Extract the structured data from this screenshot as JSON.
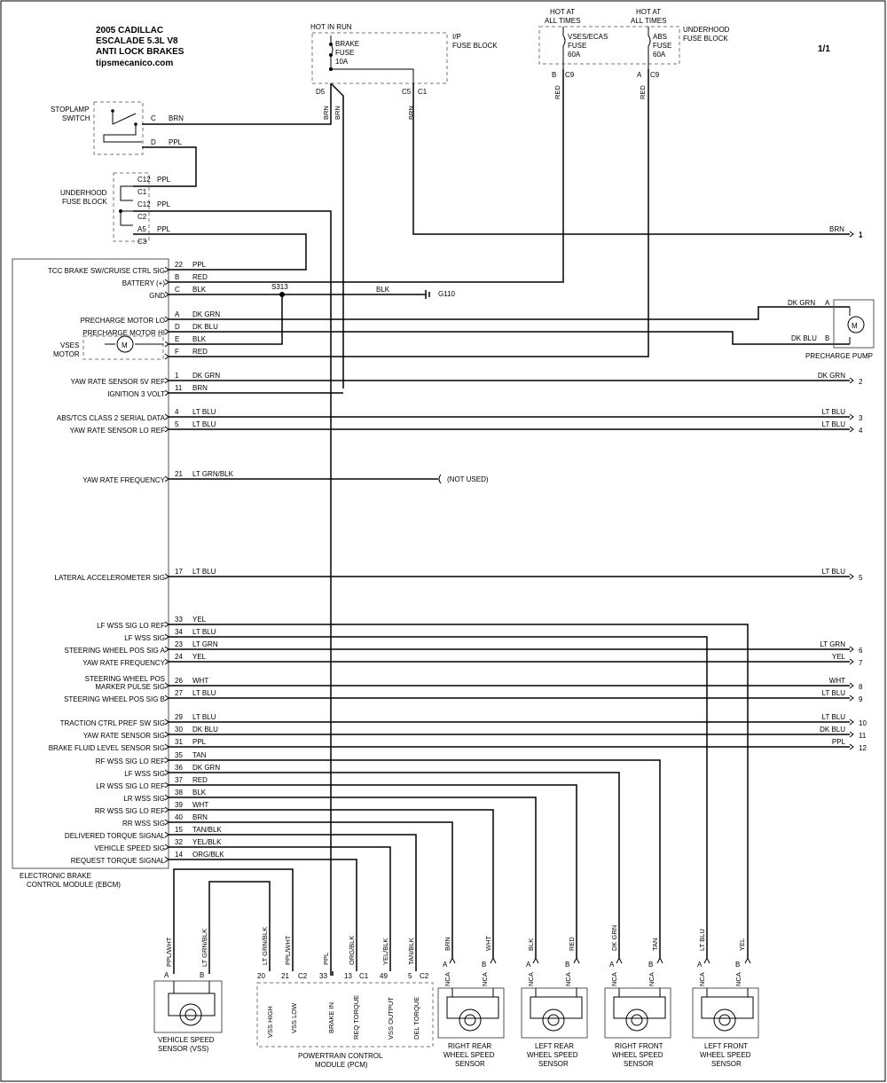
{
  "header": {
    "lines": [
      "2005 CADILLAC",
      "ESCALADE  5.3L V8",
      "ANTI LOCK BRAKES",
      "tipsmecanico.com"
    ],
    "page": "1/1"
  },
  "colors": {
    "border": "#000000",
    "wire": "#000000",
    "dashed_box": "#777777",
    "component_box": "#555555",
    "background": "#ffffff"
  },
  "blocks": {
    "hot_in_run": "HOT IN RUN",
    "ip_fuse_block": [
      "I/P",
      "FUSE BLOCK"
    ],
    "brake_fuse": [
      "BRAKE",
      "FUSE",
      "10A"
    ],
    "hot_at_all_times_1": [
      "HOT AT",
      "ALL TIMES"
    ],
    "hot_at_all_times_2": [
      "HOT AT",
      "ALL TIMES"
    ],
    "vses_fuse": [
      "VSES/ECAS",
      "FUSE",
      "60A"
    ],
    "abs_fuse": [
      "ABS",
      "FUSE",
      "60A"
    ],
    "underhood_fuse_block_top": [
      "UNDERHOOD",
      "FUSE BLOCK"
    ],
    "stoplamp_switch": [
      "STOPLAMP",
      "SWITCH"
    ],
    "underhood_fuse_block_left": [
      "UNDERHOOD",
      "FUSE BLOCK"
    ],
    "vses_motor": [
      "VSES",
      "MOTOR"
    ],
    "precharge_pump": "PRECHARGE PUMP",
    "ebcm": [
      "ELECTRONIC BRAKE",
      "CONTROL MODULE (EBCM)"
    ],
    "pcm": [
      "POWERTRAIN CONTROL",
      "MODULE (PCM)"
    ],
    "vss": [
      "VEHICLE SPEED",
      "SENSOR (VSS)"
    ],
    "rr_wss": [
      "RIGHT REAR",
      "WHEEL SPEED",
      "SENSOR"
    ],
    "lr_wss": [
      "LEFT REAR",
      "WHEEL SPEED",
      "SENSOR"
    ],
    "rf_wss": [
      "RIGHT FRONT",
      "WHEEL SPEED",
      "SENSOR"
    ],
    "lf_wss": [
      "LEFT FRONT",
      "WHEEL SPEED",
      "SENSOR"
    ],
    "splice": "S313",
    "ground": "G110",
    "not_used": "(NOT USED)",
    "motor_symbol": "M"
  },
  "top_pins": {
    "d5": "D5",
    "c5": "C5",
    "c1": "C1",
    "b": "B",
    "c9a": "C9",
    "a": "A",
    "c9b": "C9",
    "wire_brn_1": "BRN",
    "wire_brn_2": "BRN",
    "wire_brn_3": "BRN",
    "wire_red_1": "RED",
    "wire_red_2": "RED"
  },
  "upper_wires": {
    "stoplamp_c": "C",
    "stoplamp_c_color": "BRN",
    "stoplamp_d": "D",
    "stoplamp_d_color": "PPL",
    "fb_c12a": "C12",
    "fb_c12a_color": "PPL",
    "fb_c1": "C1",
    "fb_c12b": "C12",
    "fb_c12b_color": "PPL",
    "fb_c2": "C2",
    "fb_a5": "A5",
    "fb_a5_color": "PPL",
    "fb_c3": "C3",
    "brn_out": "BRN",
    "brn_out_num": "1",
    "gnd_color": "BLK",
    "pump_a": "A",
    "pump_a_color": "DK GRN",
    "pump_b": "B",
    "pump_b_color": "DK BLU"
  },
  "ebcm_pins": [
    {
      "label": "TCC BRAKE SW/CRUISE CTRL SIG",
      "pin": "22",
      "color": "PPL"
    },
    {
      "label": "BATTERY (+)",
      "pin": "B",
      "color": "RED"
    },
    {
      "label": "GND",
      "pin": "C",
      "color": "BLK"
    },
    {
      "label": "PRECHARGE MOTOR LO",
      "pin": "A",
      "color": "DK GRN"
    },
    {
      "label": "PRECHARGE MOTOR HI",
      "pin": "D",
      "color": "DK BLU"
    },
    {
      "label": "",
      "pin": "E",
      "color": "BLK"
    },
    {
      "label": "",
      "pin": "F",
      "color": "RED"
    },
    {
      "label": "YAW RATE SENSOR 5V REF",
      "pin": "1",
      "color": "DK GRN"
    },
    {
      "label": "IGNITION 3 VOLT",
      "pin": "11",
      "color": "BRN"
    },
    {
      "label": "ABS/TCS CLASS 2 SERIAL DATA",
      "pin": "4",
      "color": "LT BLU"
    },
    {
      "label": "YAW RATE SENSOR LO REF",
      "pin": "5",
      "color": "LT BLU"
    },
    {
      "label": "YAW RATE FREQUENCY",
      "pin": "21",
      "color": "LT GRN/BLK"
    },
    {
      "label": "LATERAL ACCELEROMETER SIG",
      "pin": "17",
      "color": "LT BLU"
    },
    {
      "label": "LF WSS SIG LO REF",
      "pin": "33",
      "color": "YEL"
    },
    {
      "label": "LF WSS SIG",
      "pin": "34",
      "color": "LT BLU"
    },
    {
      "label": "STEERING WHEEL POS SIG A",
      "pin": "23",
      "color": "LT GRN"
    },
    {
      "label": "YAW RATE FREQUENCY",
      "pin": "24",
      "color": "YEL"
    },
    {
      "label": "STEERING WHEEL POS",
      "pin": "",
      "color": ""
    },
    {
      "label": "MARKER PULSE SIG",
      "pin": "26",
      "color": "WHT"
    },
    {
      "label": "STEERING WHEEL POS SIG B",
      "pin": "27",
      "color": "LT BLU"
    },
    {
      "label": "TRACTION CTRL PREF SW SIG",
      "pin": "29",
      "color": "LT BLU"
    },
    {
      "label": "YAW RATE SENSOR SIG",
      "pin": "30",
      "color": "DK BLU"
    },
    {
      "label": "BRAKE FLUID LEVEL SENSOR SIG",
      "pin": "31",
      "color": "PPL"
    },
    {
      "label": "RF WSS SIG LO REF",
      "pin": "35",
      "color": "TAN"
    },
    {
      "label": "LF WSS SIG",
      "pin": "36",
      "color": "DK GRN"
    },
    {
      "label": "LR WSS SIG LO REF",
      "pin": "37",
      "color": "RED"
    },
    {
      "label": "LR WSS SIG",
      "pin": "38",
      "color": "BLK"
    },
    {
      "label": "RR WSS SIG LO REF",
      "pin": "39",
      "color": "WHT"
    },
    {
      "label": "RR WSS SIG",
      "pin": "40",
      "color": "BRN"
    },
    {
      "label": "DELIVERED TORQUE SIGNAL",
      "pin": "15",
      "color": "TAN/BLK"
    },
    {
      "label": "VEHICLE SPEED SIG",
      "pin": "32",
      "color": "YEL/BLK"
    },
    {
      "label": "REQUEST TORQUE SIGNAL",
      "pin": "14",
      "color": "ORG/BLK"
    }
  ],
  "right_connectors": [
    {
      "color": "BRN",
      "num": "1"
    },
    {
      "color": "DK GRN",
      "num": "2"
    },
    {
      "color": "LT BLU",
      "num": "3"
    },
    {
      "color": "LT BLU",
      "num": "4"
    },
    {
      "color": "LT BLU",
      "num": "5"
    },
    {
      "color": "LT GRN",
      "num": "6"
    },
    {
      "color": "YEL",
      "num": "7"
    },
    {
      "color": "WHT",
      "num": "8"
    },
    {
      "color": "LT BLU",
      "num": "9"
    },
    {
      "color": "LT BLU",
      "num": "10"
    },
    {
      "color": "DK BLU",
      "num": "11"
    },
    {
      "color": "PPL",
      "num": "12"
    }
  ],
  "bottom": {
    "vss_wire_a": "PPL/WHT",
    "vss_wire_b": "LT GRN/BLK",
    "pcm_w1": "LT GRN/BLK",
    "pcm_w2": "PPL/WHT",
    "pcm_w3": "PPL",
    "pcm_w4": "ORG/BLK",
    "pcm_w5": "YEL/BLK",
    "pcm_w6": "TAN/BLK",
    "pcm_p20": "20",
    "pcm_p21": "21",
    "pcm_c2a": "C2",
    "pcm_p33": "33",
    "pcm_p13": "13",
    "pcm_c1": "C1",
    "pcm_p49": "49",
    "pcm_p5": "5",
    "pcm_c2b": "C2",
    "pcm_l1": "VSS HIGH",
    "pcm_l2": "VSS LOW",
    "pcm_l3": "BRAKE IN",
    "pcm_l4": "REQ TORQUE",
    "pcm_l5": "VSS OUTPUT",
    "pcm_l6": "DEL TORQUE",
    "rr_w1": "BRN",
    "rr_w2": "WHT",
    "lr_w1": "BLK",
    "lr_w2": "RED",
    "rf_w1": "DK GRN",
    "rf_w2": "TAN",
    "lf_w1": "LT BLU",
    "lf_w2": "YEL",
    "pin_a": "A",
    "pin_b": "B",
    "nca": "NCA"
  }
}
